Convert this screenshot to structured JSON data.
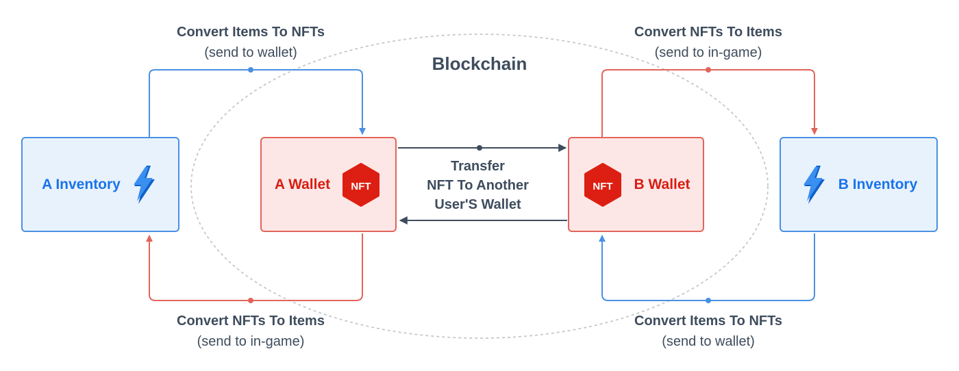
{
  "title": "Blockchain",
  "nodes": {
    "a_inventory": "A Inventory",
    "a_wallet": "A Wallet",
    "b_wallet": "B Wallet",
    "b_inventory": "B Inventory",
    "nft_badge": "NFT"
  },
  "transfer": {
    "line1": "Transfer",
    "line2": "NFT To Another",
    "line3": "User'S Wallet"
  },
  "labels": {
    "top_left": {
      "title": "Convert Items To NFTs",
      "sub": "(send to wallet)"
    },
    "top_right": {
      "title": "Convert NFTs To Items",
      "sub": "(send to in-game)"
    },
    "bottom_left": {
      "title": "Convert NFTs To Items",
      "sub": "(send to in-game)"
    },
    "bottom_right": {
      "title": "Convert Items To NFTs",
      "sub": "(send to wallet)"
    }
  },
  "colors": {
    "blue": "#4a90e2",
    "red": "#e2645a",
    "dark": "#3e4c5d",
    "ellipse": "#c4c8cc"
  },
  "icons": {
    "inventory": "lightning-bolt-icon",
    "wallet": "nft-hexagon-icon"
  }
}
